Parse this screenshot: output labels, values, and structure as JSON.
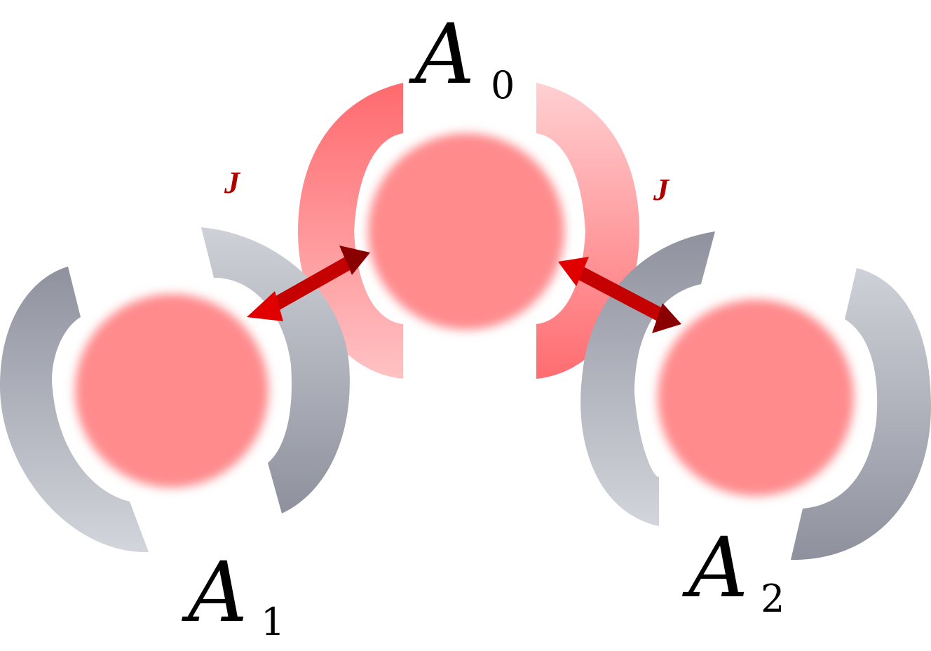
{
  "cavities": [
    {
      "id": "center",
      "label": "A",
      "subscript": "0",
      "mirror_color": "pink"
    },
    {
      "id": "left",
      "label": "A",
      "subscript": "1",
      "mirror_color": "gray"
    },
    {
      "id": "right",
      "label": "A",
      "subscript": "2",
      "mirror_color": "gray"
    }
  ],
  "couplings": [
    {
      "from": "left",
      "to": "center",
      "label": "J"
    },
    {
      "from": "center",
      "to": "right",
      "label": "J"
    }
  ],
  "colors": {
    "mode_fill": "#ff8a8c",
    "pink_mirror": "#ff7f82",
    "gray_mirror": "#a6a9b4",
    "arrow": "#c40000",
    "j_label": "#b00000"
  }
}
